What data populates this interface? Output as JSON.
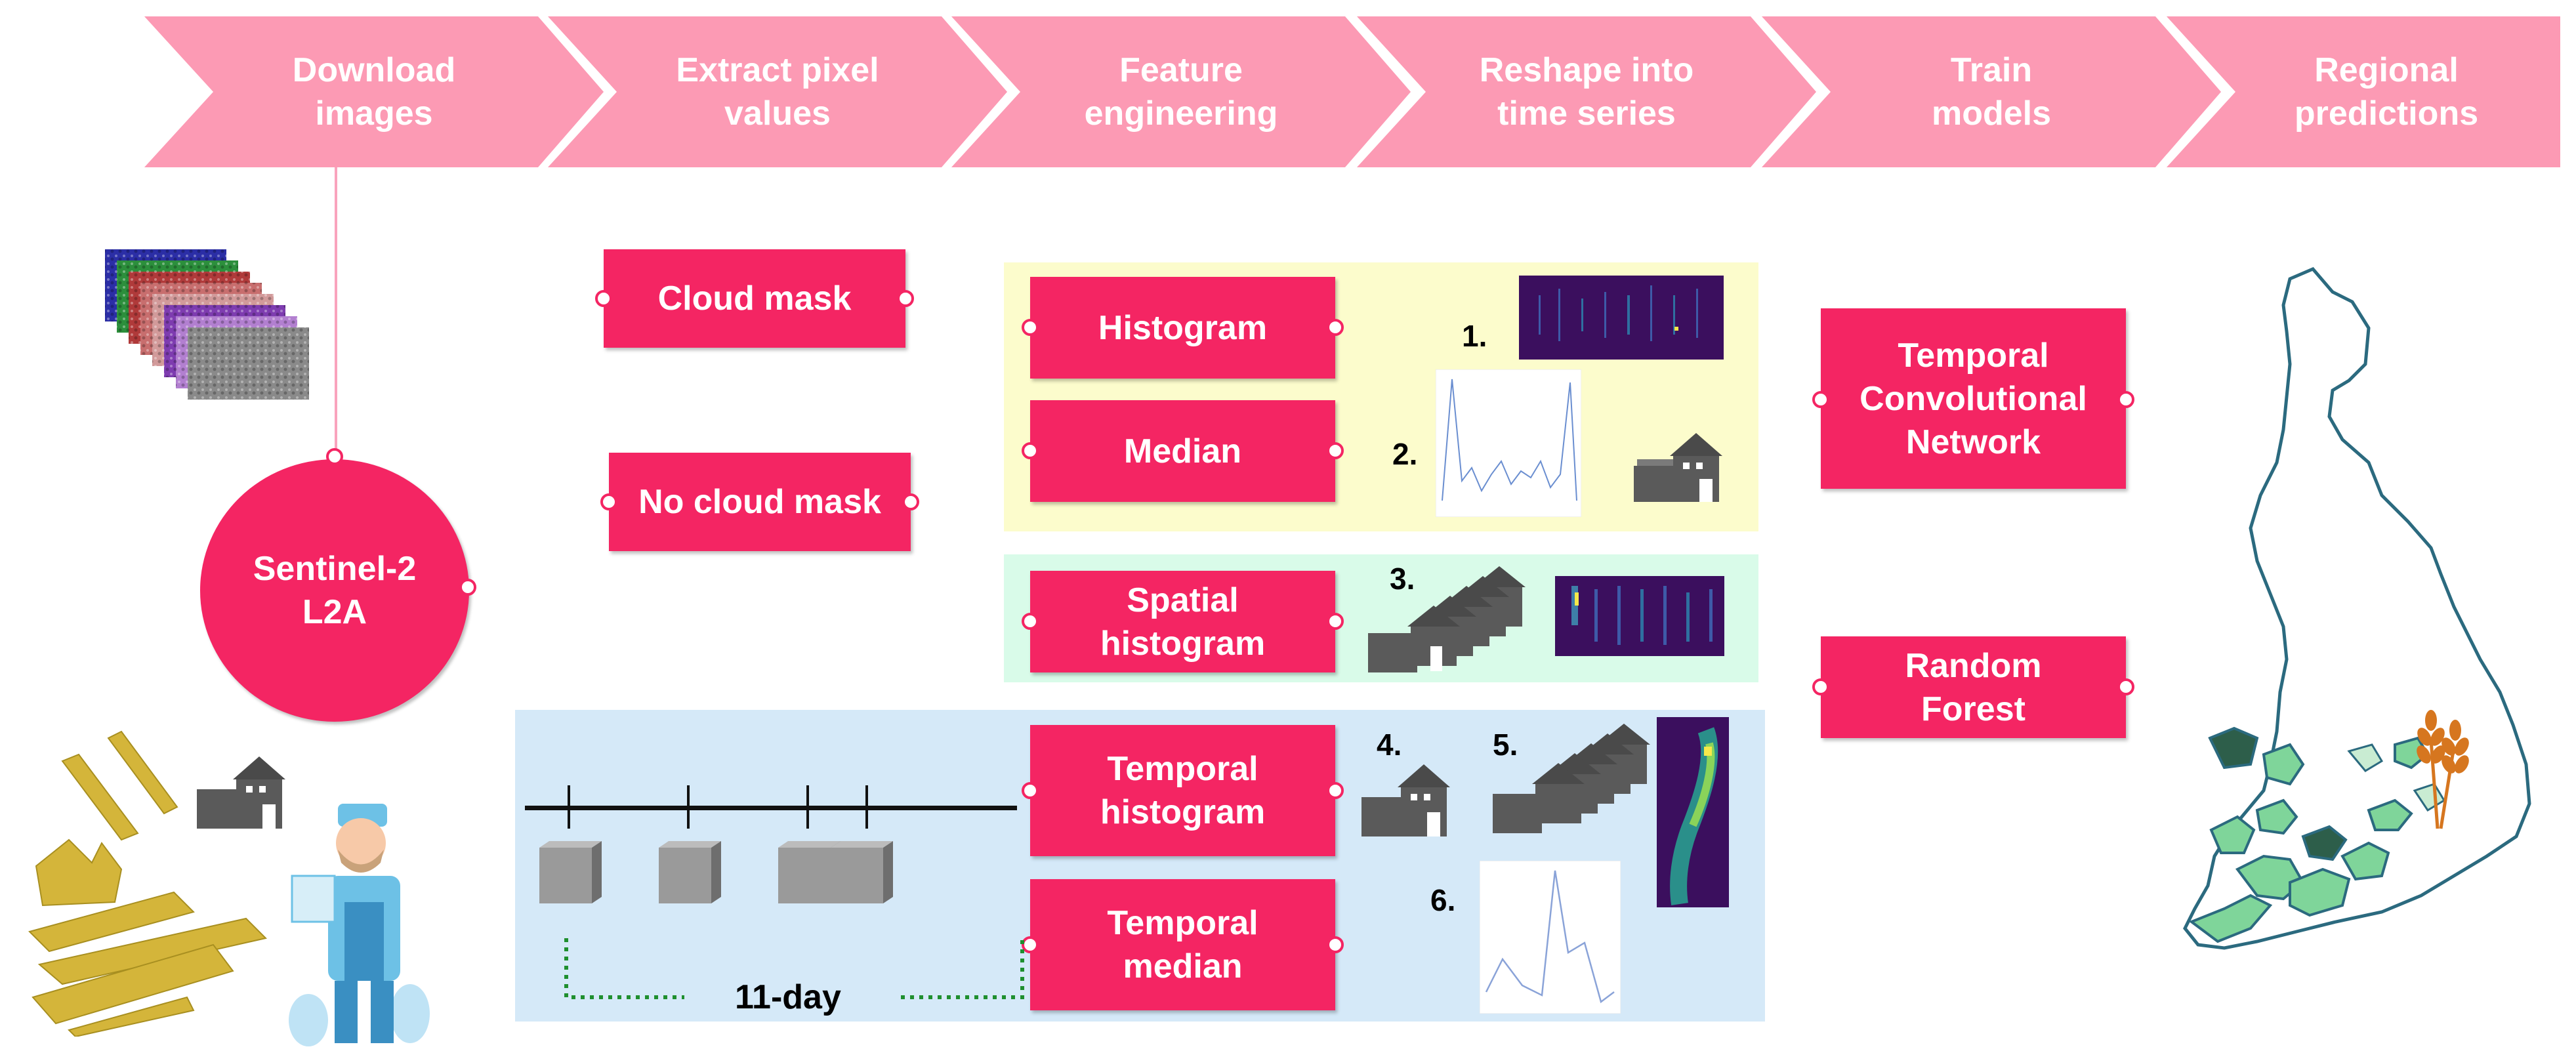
{
  "pipeline": {
    "steps": [
      {
        "label": "Download\nimages"
      },
      {
        "label": "Extract pixel\nvalues"
      },
      {
        "label": "Feature\nengineering"
      },
      {
        "label": "Reshape into\ntime series"
      },
      {
        "label": "Train\nmodels"
      },
      {
        "label": "Regional\npredictions"
      }
    ]
  },
  "source": {
    "label": "Sentinel-2\nL2A"
  },
  "extract": {
    "cloud_mask": "Cloud mask",
    "no_cloud_mask": "No cloud mask"
  },
  "features": {
    "histogram": "Histogram",
    "median": "Median",
    "spatial_histogram": "Spatial\nhistogram",
    "temporal_histogram": "Temporal\nhistogram",
    "temporal_median": "Temporal\nmedian"
  },
  "series": {
    "n1": "1.",
    "n2": "2.",
    "n3": "3.",
    "n4": "4.",
    "n5": "5.",
    "n6": "6."
  },
  "timeline": {
    "interval_label": "11-day"
  },
  "models": {
    "tcn": "Temporal\nConvolutional\nNetwork",
    "rf": "Random\nForest"
  },
  "colors": {
    "chevron": "#fc9ab4",
    "node": "#f42563",
    "panel_yellow": "#fcfccc",
    "panel_green": "#d9fbe9",
    "panel_blue": "#d5e9f8",
    "map_outline": "#2b6a7f",
    "field_fill": "#d4b53a"
  }
}
